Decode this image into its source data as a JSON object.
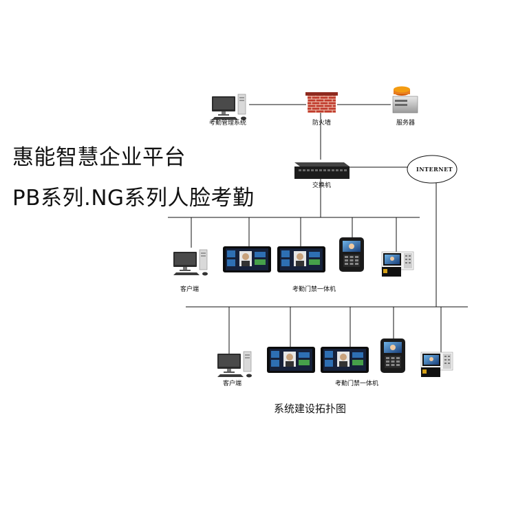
{
  "title": {
    "line1": "惠能智慧企业平台",
    "line2": "PB系列.NG系列人脸考勤"
  },
  "nodes": {
    "attendance_system": "考勤管理系统",
    "firewall": "防火墙",
    "server": "服务器",
    "switch": "交换机",
    "internet": "INTERNET",
    "client_1": "客户端",
    "client_2": "客户端",
    "devices_1": "考勤门禁一体机",
    "devices_2": "考勤门禁一体机"
  },
  "caption": "系统建设拓扑图",
  "icons": {
    "computer": "computer-icon",
    "firewall": "brick-wall-icon",
    "server": "server-icon",
    "switch": "network-switch-icon",
    "cloud": "internet-cloud-icon",
    "terminal": "face-terminal-icon",
    "access_reader": "access-reader-icon",
    "intercom": "intercom-icon"
  }
}
